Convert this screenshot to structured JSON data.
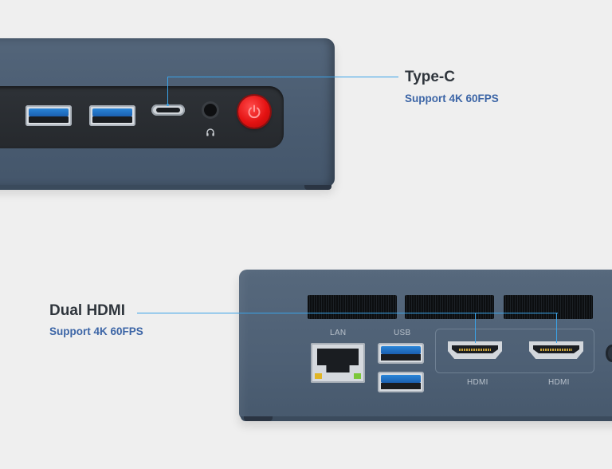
{
  "callouts": {
    "type_c": {
      "title": "Type-C",
      "subtitle": "Support 4K 60FPS"
    },
    "dual_hdmi": {
      "title": "Dual HDMI",
      "subtitle": "Support 4K 60FPS"
    }
  },
  "rear_ports": {
    "lan_label": "LAN",
    "usb_label": "USB",
    "hdmi_left_label": "HDMI",
    "hdmi_right_label": "HDMI"
  },
  "colors": {
    "chassis": "#4e6075",
    "callout_line": "#3aa3e8",
    "subtitle": "#3c65a6",
    "power_button": "#e41212"
  },
  "icons": [
    "power-icon",
    "headphone-icon"
  ]
}
